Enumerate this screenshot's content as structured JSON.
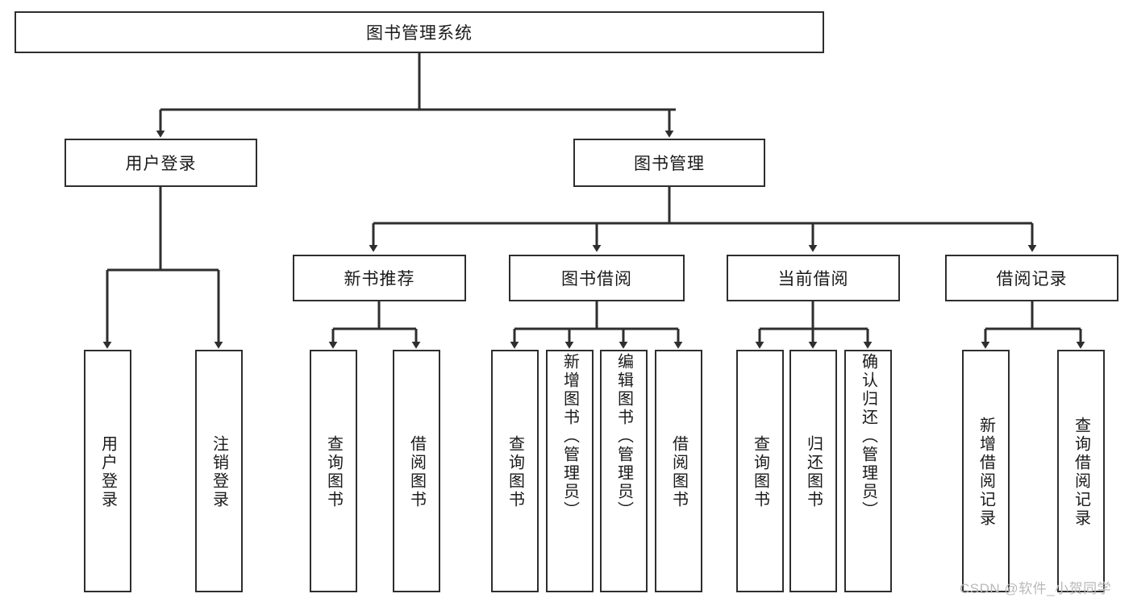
{
  "diagram": {
    "type": "tree",
    "title_node": {
      "label": "图书管理系统"
    },
    "level2": [
      {
        "id": "user-login",
        "label": "用户登录"
      },
      {
        "id": "book-manage",
        "label": "图书管理"
      }
    ],
    "level3": [
      {
        "id": "new-book-recommend",
        "label": "新书推荐"
      },
      {
        "id": "book-borrow",
        "label": "图书借阅"
      },
      {
        "id": "current-borrow",
        "label": "当前借阅"
      },
      {
        "id": "borrow-record",
        "label": "借阅记录"
      }
    ],
    "leaves": {
      "user_login": [
        {
          "id": "leaf-user-login",
          "label": "用户登录"
        },
        {
          "id": "leaf-logout-login",
          "label": "注销登录"
        }
      ],
      "new_book_recommend": [
        {
          "id": "leaf-query-book-1",
          "label": "查询图书"
        },
        {
          "id": "leaf-borrow-book-1",
          "label": "借阅图书"
        }
      ],
      "book_borrow": [
        {
          "id": "leaf-query-book-2",
          "label": "查询图书"
        },
        {
          "id": "leaf-add-book",
          "label": "新增图书（管理员）"
        },
        {
          "id": "leaf-edit-book",
          "label": "编辑图书（管理员）"
        },
        {
          "id": "leaf-borrow-book-2",
          "label": "借阅图书"
        }
      ],
      "current_borrow": [
        {
          "id": "leaf-query-book-3",
          "label": "查询图书"
        },
        {
          "id": "leaf-return-book",
          "label": "归还图书"
        },
        {
          "id": "leaf-confirm-return",
          "label": "确认归还（管理员）"
        }
      ],
      "borrow_record": [
        {
          "id": "leaf-add-record",
          "label": "新增借阅记录"
        },
        {
          "id": "leaf-query-record",
          "label": "查询借阅记录"
        }
      ]
    }
  },
  "watermark": {
    "text": "CSDN @软件_小贺同学"
  },
  "colors": {
    "stroke": "#2e2e2e",
    "background": "#ffffff",
    "text": "#1a1a1a",
    "watermark": "#b9b9b9"
  }
}
